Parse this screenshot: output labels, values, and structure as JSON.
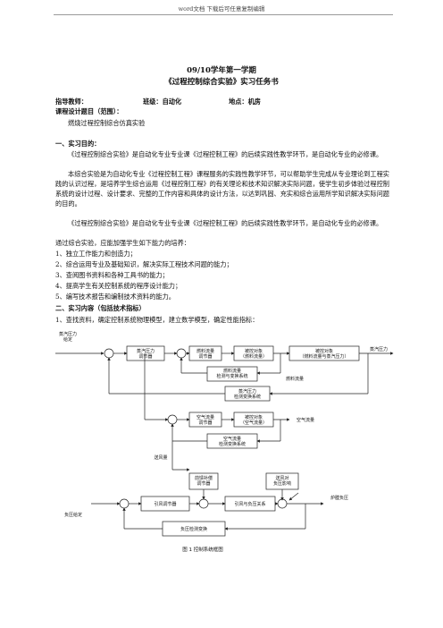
{
  "header": "word文档 下载后可任意复制编辑",
  "title_line1": "09/10学年第一学期",
  "title_line2": "《过程控制综合实验》实习任务书",
  "info": {
    "teacher": "指导教师：",
    "class": "班级：自动化",
    "location": "地点：机房",
    "topic_label": "课程设计题目（范围）：",
    "topic_value": "燃烧过程控制综合仿真实验"
  },
  "section1": {
    "heading": "一、实习目的：",
    "para1": "《过程控制综合实验》是自动化专业专业课《过程控制工程》的后续实践性教学环节，是自动化专业的必修课。",
    "para2": "本综合实验是为自动化专业《过程控制工程》课程服务的实践性教学环节，可以帮助学生完成从专业理论到工程实践的认识过程，是培养学生综合运用《过程控制工程》的有关理论和技术知识解决实际问题，使学生初步体验过程控制系统的设计过程、设计要求、完整的工作内容和具体的设计方法，以达到巩固、充实和综合运用所学知识解决实际问题的目的。",
    "para3": "《过程控制综合实验》是自动化专业专业课《过程控制工程》的后续实践性教学环节，是自动化专业的必修课。",
    "intro": "通过综合实验，应能加强学生如下能力的培养：",
    "items": [
      "1、独立工作能力和创造力；",
      "2、综合运用专业及基础知识，解决实际工程技术问题的能力；",
      "3、查阅图书资料和各种工具书的能力；",
      "4、提高学生有关控制系统的程序设计能力；",
      "5、编写技术报告和编制技术资料的能力。"
    ]
  },
  "section2": {
    "heading": "二、实习内容（包括技术指标）",
    "item1": "1、查找资料，确定控制系统物理模型，建立数学模型，确定性能指标："
  },
  "diagram": {
    "steam_setpoint": "蒸汽压力\n给定",
    "steam_controller": "蒸汽压力\n调节器",
    "fuel_controller": "燃料流量\n调节器",
    "plant1": "被控对象\n（燃料流量）",
    "plant2": "被控对象\n（燃料流量与蒸汽压力）",
    "steam_out": "蒸汽压力",
    "fuel_flow": "燃料流量",
    "fuel_measure": "燃料流量\n检测与变换系统",
    "steam_measure": "蒸汽压力\n检测变换系统",
    "air_controller": "空气流量\n调节器",
    "plant3": "被控对象\n（空气流量）",
    "air_flow": "空气流量",
    "air_measure": "空气流量\n检测变换系统",
    "air_ratio": "送风量",
    "press_controller": "前馈补偿\n调节器",
    "ff_comp": "送风对\n负压影响",
    "load": "炉膛负压",
    "pressure_setpoint": "负压给定",
    "fan_controller": "引风调节器",
    "fan_plant": "引风与负压关系",
    "press_measure": "负压检测变换",
    "caption": "图  1      控制系统框图"
  }
}
